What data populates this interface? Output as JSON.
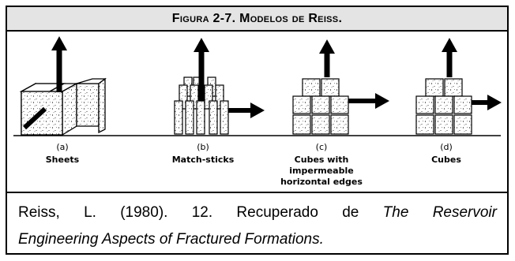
{
  "title": "Figura 2-7. Modelos de Reiss.",
  "figure": {
    "panels": [
      {
        "tag": "(a)",
        "name_lines": [
          "Sheets"
        ]
      },
      {
        "tag": "(b)",
        "name_lines": [
          "Match-sticks"
        ]
      },
      {
        "tag": "(c)",
        "name_lines": [
          "Cubes with",
          "impermeable",
          "horizontal edges"
        ]
      },
      {
        "tag": "(d)",
        "name_lines": [
          "Cubes"
        ]
      }
    ]
  },
  "caption": {
    "prefix": "Reiss, L. (1980). 12. Recuperado de",
    "italic_1": "The Reservoir",
    "italic_2": "Engineering Aspects of Fractured Formations."
  }
}
